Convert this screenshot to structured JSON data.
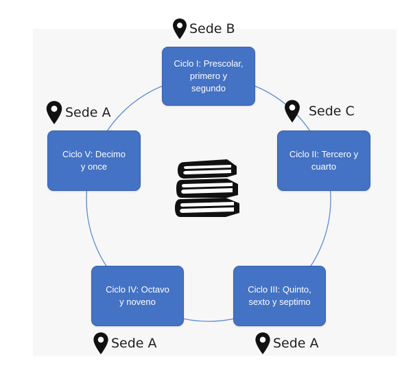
{
  "cycles": [
    {
      "text": "Ciclo I: Prescolar,\nprimero y\nsegundo"
    },
    {
      "text": "Ciclo II: Tercero y\ncuarto"
    },
    {
      "text": "Ciclo III: Quinto,\nsexto y septimo"
    },
    {
      "text": "Ciclo IV:  Octavo\ny noveno"
    },
    {
      "text": "Ciclo V: Decimo\ny once"
    }
  ],
  "sedes": [
    {
      "label": "Sede B"
    },
    {
      "label": "Sede C"
    },
    {
      "label": "Sede A"
    },
    {
      "label": "Sede A"
    },
    {
      "label": "Sede A"
    }
  ],
  "colors": {
    "box_fill": "#4472c4",
    "ring": "#5b8bd0",
    "text_on_box": "#ffffff",
    "pin": "#111111"
  },
  "icons": {
    "center": "books-icon",
    "marker": "map-pin-icon"
  }
}
